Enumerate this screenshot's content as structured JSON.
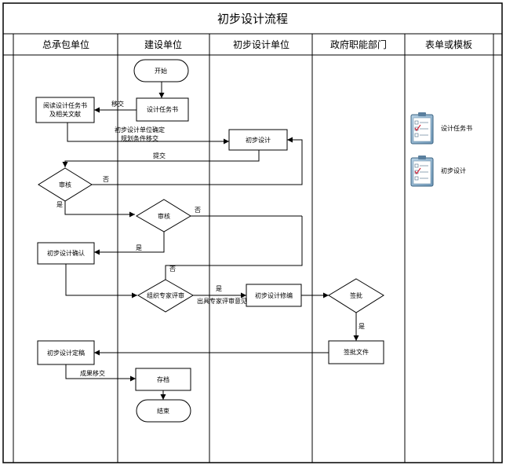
{
  "title": "初步设计流程",
  "lanes": [
    "总承包单位",
    "建设单位",
    "初步设计单位",
    "政府职能部门",
    "表单或模板"
  ],
  "nodes": {
    "start": "开始",
    "task_book": "设计任务书",
    "read_task_book_line1": "阅读设计任务书",
    "read_task_book_line2": "及相关文献",
    "prelim_design": "初步设计",
    "review1": "审核",
    "review2": "审核",
    "confirm": "初步设计确认",
    "expert_review": "组织专家评审",
    "revise": "初步设计修编",
    "approve": "签批",
    "approval_doc": "签批文件",
    "finalize": "初步设计定稿",
    "archive": "存档",
    "end": "结束"
  },
  "edge_labels": {
    "hand_over": "移交",
    "confirm_conditions_line1": "初步设计单位确定",
    "confirm_conditions_line2": "规划条件移交",
    "submit": "提交",
    "no1": "否",
    "yes1": "是",
    "no2": "否",
    "yes2": "是",
    "no3": "否",
    "yes3": "是",
    "expert_opinion": "出具专家评审意见",
    "yes4": "是",
    "result_transfer": "成果移交"
  },
  "templates": [
    {
      "label": "设计任务书",
      "icon": "clipboard-icon"
    },
    {
      "label": "初步设计",
      "icon": "clipboard-icon"
    }
  ]
}
